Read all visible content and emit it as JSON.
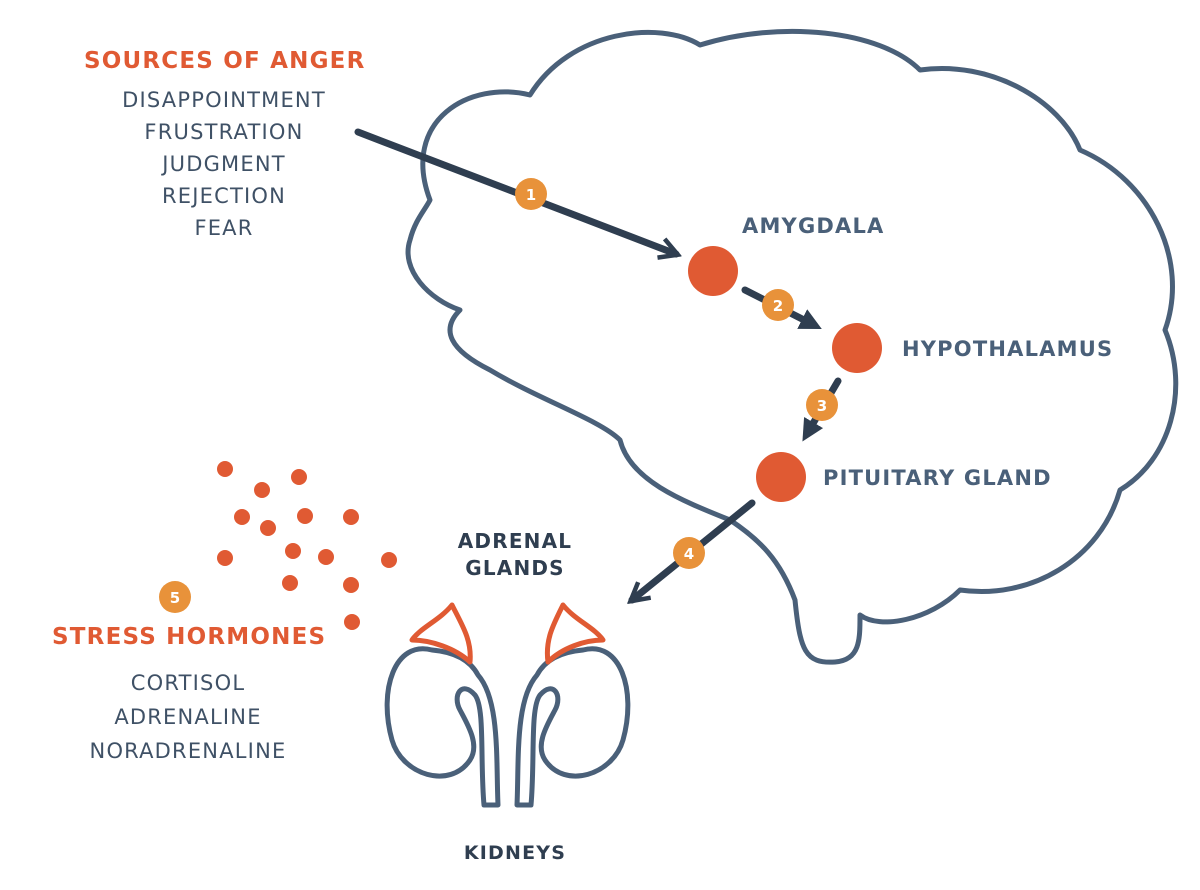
{
  "sources": {
    "title": "SOURCES OF ANGER",
    "items": [
      "DISAPPOINTMENT",
      "FRUSTRATION",
      "JUDGMENT",
      "REJECTION",
      "FEAR"
    ]
  },
  "regions": {
    "amygdala": "AMYGDALA",
    "hypothalamus": "HYPOTHALAMUS",
    "pituitary": "PITUITARY GLAND",
    "adrenal": [
      "ADRENAL",
      "GLANDS"
    ],
    "kidneys": "KIDNEYS"
  },
  "hormones": {
    "title": "STRESS HORMONES",
    "items": [
      "CORTISOL",
      "ADRENALINE",
      "NORADRENALINE"
    ]
  },
  "steps": [
    "1",
    "2",
    "3",
    "4",
    "5"
  ],
  "colors": {
    "accent": "#e05a33",
    "step_badge": "#e8923a",
    "outline": "#4a6079",
    "arrow": "#2f3e50"
  }
}
